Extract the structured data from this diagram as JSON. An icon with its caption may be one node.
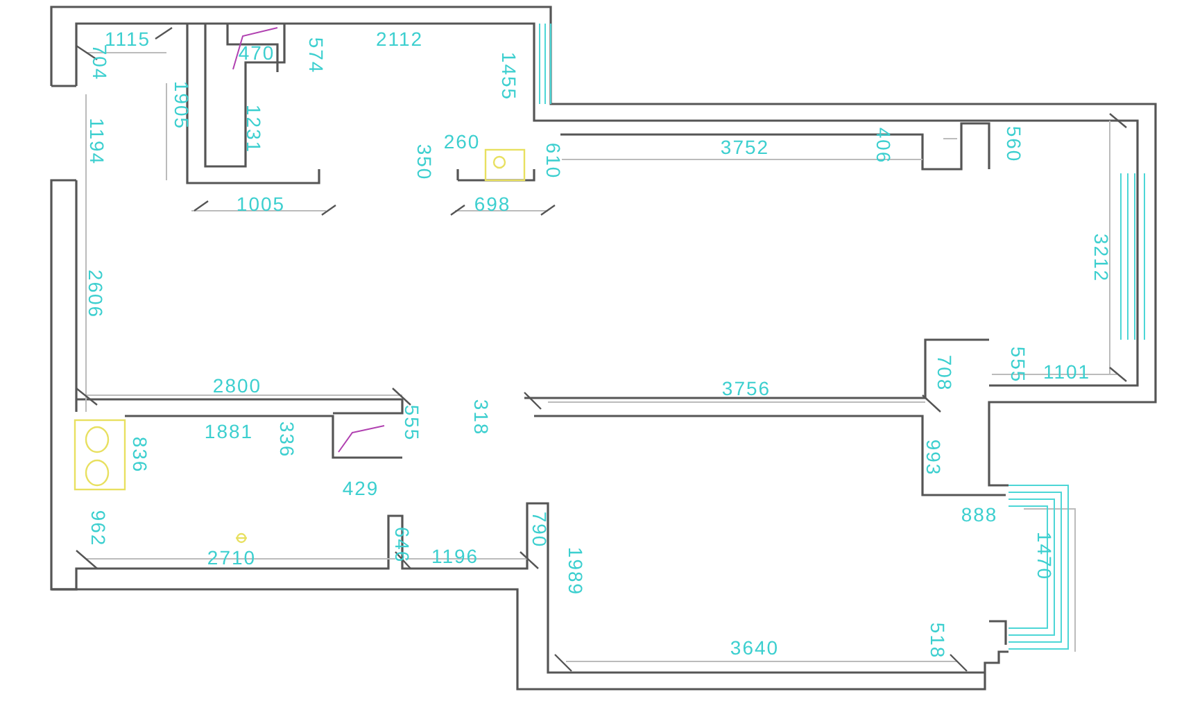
{
  "diagram": {
    "labels": [
      "1115",
      "704",
      "470",
      "574",
      "2112",
      "1905",
      "1455",
      "1194",
      "1231",
      "260",
      "350",
      "610",
      "3752",
      "406",
      "560",
      "1005",
      "698",
      "3212",
      "2606",
      "708",
      "555",
      "1101",
      "2800",
      "3756",
      "318",
      "1881",
      "336",
      "555",
      "836",
      "993",
      "429",
      "888",
      "962",
      "646",
      "790",
      "1470",
      "2710",
      "1196",
      "1989",
      "3640",
      "518"
    ]
  }
}
